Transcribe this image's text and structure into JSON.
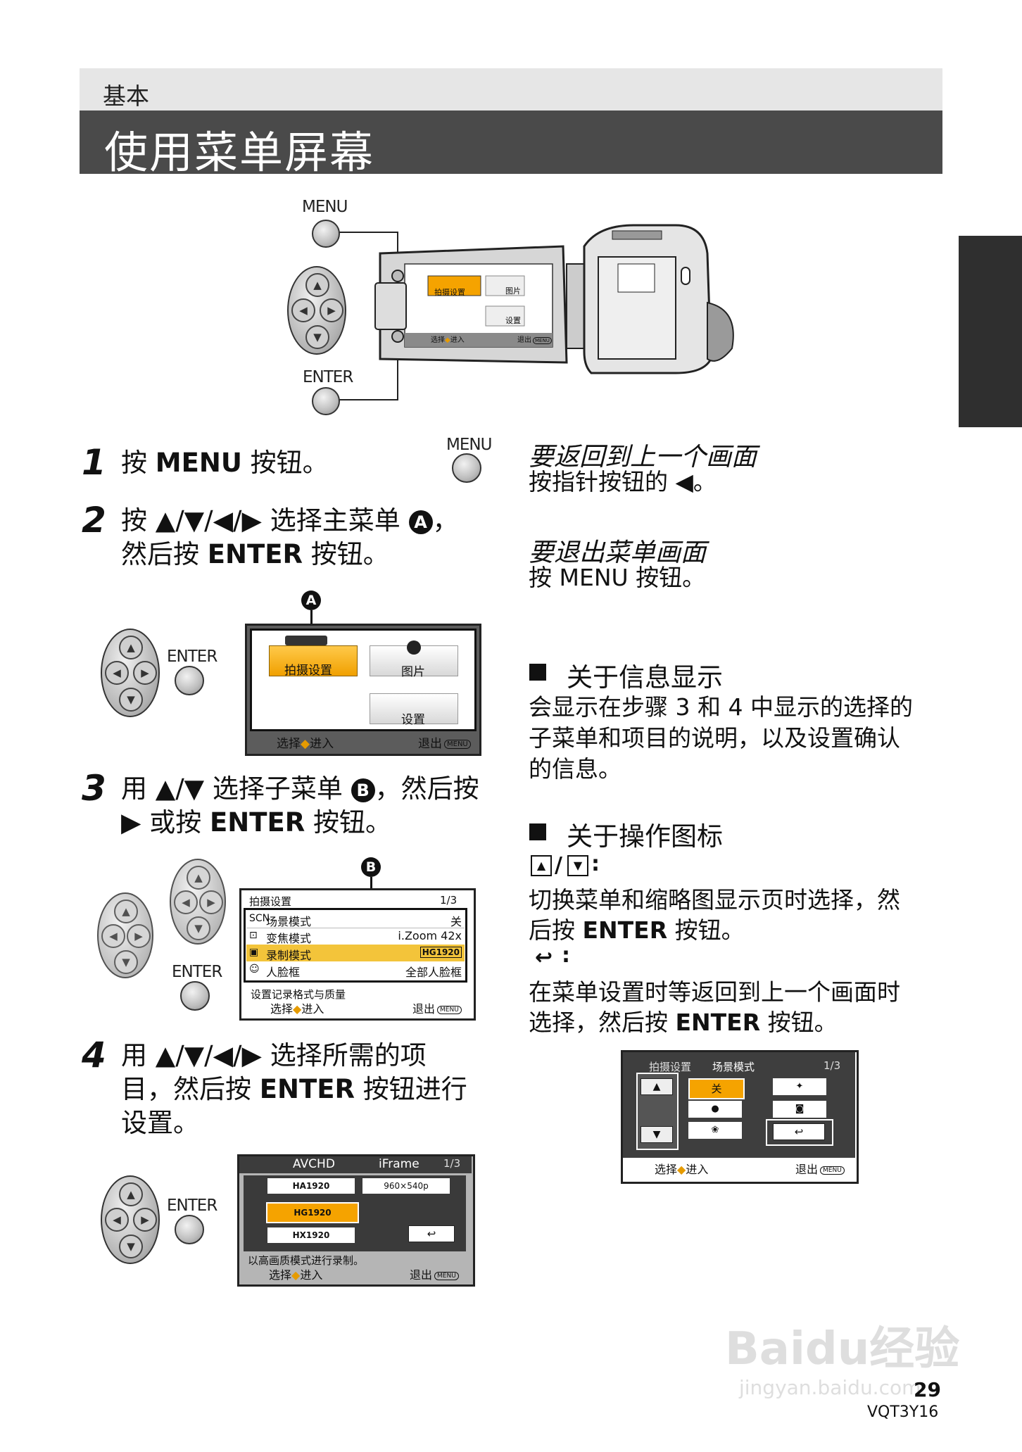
{
  "header": {
    "section": "基本",
    "title": "使用菜单屏幕"
  },
  "top_figure": {
    "menu_label": "MENU",
    "enter_label": "ENTER",
    "screen_items": [
      "拍摄设置",
      "图片",
      "设置"
    ],
    "footer_left": "选择",
    "footer_enter": "进入",
    "footer_right": "退出",
    "menu_badge": "MENU"
  },
  "steps": [
    {
      "num": "1",
      "pre": "按 ",
      "bold": "MENU",
      "post": " 按钮。",
      "icon_label": "MENU"
    },
    {
      "num": "2",
      "line1": "按 ▲/▼/◀/▶ 选择主菜单",
      "marker": "A",
      "line1_end": "，",
      "line2_pre": "然后按 ",
      "line2_bold": "ENTER",
      "line2_post": " 按钮。"
    },
    {
      "num": "3",
      "line1": "用 ▲/▼ 选择子菜单",
      "marker": "B",
      "line1_end": "，然后按",
      "line2_pre": "▶ 或按 ",
      "line2_bold": "ENTER",
      "line2_post": " 按钮。"
    },
    {
      "num": "4",
      "line1": "用 ▲/▼/◀/▶ 选择所需的项",
      "line2_pre": "目，然后按 ",
      "line2_bold": "ENTER",
      "line2_post": " 按钮进行",
      "line3": "设置。"
    }
  ],
  "fig2": {
    "marker": "A",
    "enter_label": "ENTER",
    "items": [
      "拍摄设置",
      "图片",
      "设置"
    ],
    "footer_left": "选择",
    "footer_enter": "进入",
    "footer_right": "退出",
    "menu_badge": "MENU"
  },
  "fig3": {
    "marker": "B",
    "enter_label": "ENTER",
    "header_left": "拍摄设置",
    "header_right": "1/3",
    "rows": [
      {
        "icon": "SCN",
        "label": "场景模式",
        "value": "关"
      },
      {
        "icon": "zoom",
        "label": "变焦模式",
        "value": "i.Zoom 42x"
      },
      {
        "icon": "rec",
        "label": "录制模式",
        "value": "HG1920"
      },
      {
        "icon": "face",
        "label": "人脸框",
        "value": "全部人脸框"
      }
    ],
    "help": "设置记录格式与质量",
    "footer_left": "选择",
    "footer_enter": "进入",
    "footer_right": "退出",
    "menu_badge": "MENU"
  },
  "fig4": {
    "enter_label": "ENTER",
    "col1": "AVCHD",
    "col2": "iFrame",
    "page": "1/3",
    "options": [
      "HA1920",
      "HG1920",
      "HX1920"
    ],
    "iframe_opt": "960×540p",
    "help": "以高画质模式进行录制。",
    "footer_left": "选择",
    "footer_enter": "进入",
    "footer_right": "退出",
    "menu_badge": "MENU"
  },
  "right": {
    "back_heading": "要返回到上一个画面",
    "back_text": "按指针按钮的 ◀。",
    "exit_heading": "要退出菜单画面",
    "exit_text": "按 MENU 按钮。",
    "info_heading": "关于信息显示",
    "info_text": [
      "会显示在步骤 3 和 4 中显示的选择的",
      "子菜单和项目的说明，以及设置确认",
      "的信息。"
    ],
    "icons_heading": "关于操作图标",
    "icons_sub1": "/",
    "icons_text1_pre": "切换菜单和缩略图显示页时选择，然",
    "icons_text1_l2_pre": "后按 ",
    "icons_text1_l2_bold": "ENTER",
    "icons_text1_l2_post": " 按钮。",
    "icons_text2_l1": "在菜单设置时等返回到上一个画面时",
    "icons_text2_l2_pre": "选择，然后按 ",
    "icons_text2_l2_bold": "ENTER",
    "icons_text2_l2_post": " 按钮。"
  },
  "fig5": {
    "header_left": "拍摄设置",
    "header_mid": "场景模式",
    "header_right": "1/3",
    "selected": "关",
    "footer_left": "选择",
    "footer_enter": "进入",
    "footer_right": "退出",
    "menu_badge": "MENU"
  },
  "footer": {
    "page": "29",
    "code": "VQT3Y16",
    "watermark": "Baidu经验",
    "watermark_url": "jingyan.baidu.com"
  }
}
